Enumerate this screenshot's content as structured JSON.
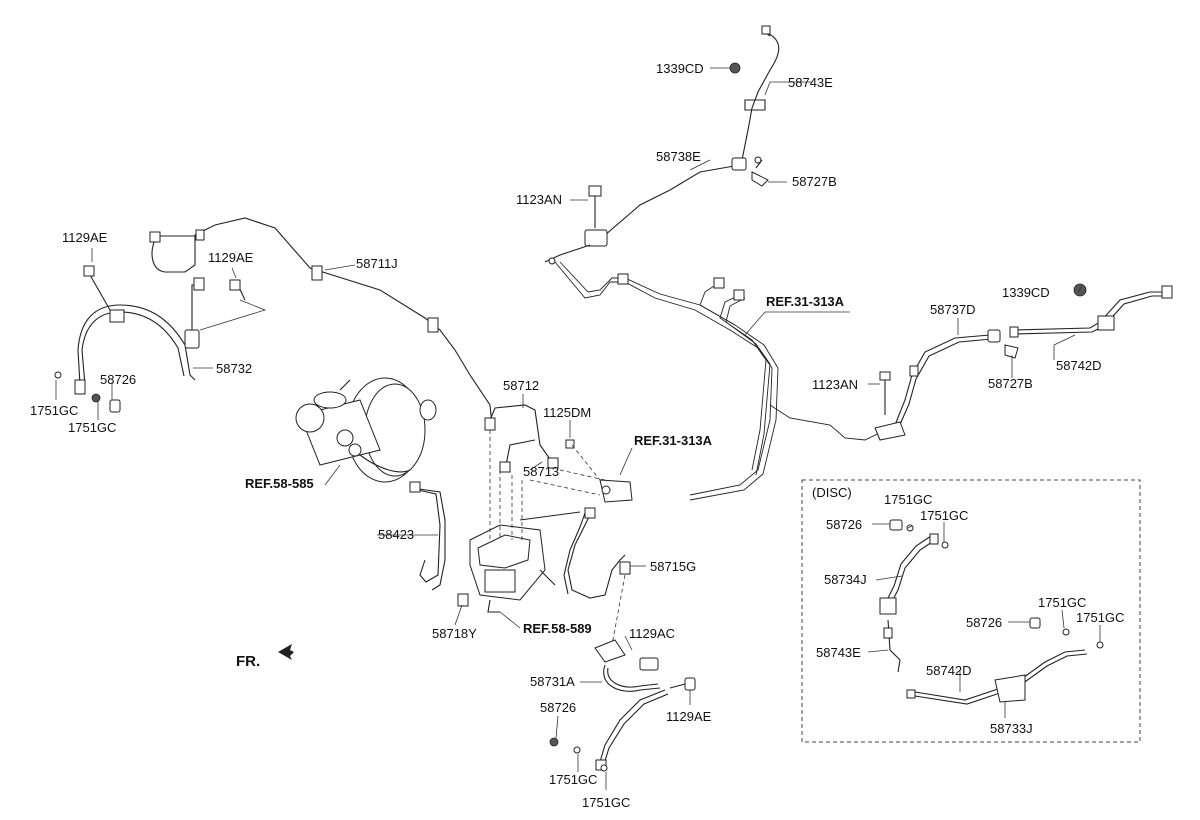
{
  "labels": {
    "p1339CD_top": "1339CD",
    "p58743E_top": "58743E",
    "p58738E": "58738E",
    "p58727B_top": "58727B",
    "p1123AN_top": "1123AN",
    "p1129AE_left": "1129AE",
    "p1129AE_mid": "1129AE",
    "p58711J": "58711J",
    "ref31_top": "REF.31-313A",
    "p1339CD_right": "1339CD",
    "p58737D": "58737D",
    "p58742D_right": "58742D",
    "p58727B_right": "58727B",
    "p1123AN_right": "1123AN",
    "p58732": "58732",
    "p58726_left": "58726",
    "p1751GC_left1": "1751GC",
    "p1751GC_left2": "1751GC",
    "p58712": "58712",
    "p1125DM": "1125DM",
    "ref31_mid": "REF.31-313A",
    "ref58_585": "REF.58-585",
    "p58713": "58713",
    "p58423": "58423",
    "p58715G": "58715G",
    "p58718Y": "58718Y",
    "ref58_589": "REF.58-589",
    "p1129AC": "1129AC",
    "p58731A": "58731A",
    "p1129AE_bottom": "1129AE",
    "p58726_bottom": "58726",
    "p1751GC_bottom1": "1751GC",
    "p1751GC_bottom2": "1751GC",
    "fr": "FR.",
    "disc_title": "(DISC)",
    "d1751GC_a": "1751GC",
    "d58726_a": "58726",
    "d1751GC_b": "1751GC",
    "d58734J": "58734J",
    "d1751GC_c": "1751GC",
    "d58726_b": "58726",
    "d1751GC_d": "1751GC",
    "d58743E": "58743E",
    "d58742D": "58742D",
    "d58733J": "58733J"
  }
}
